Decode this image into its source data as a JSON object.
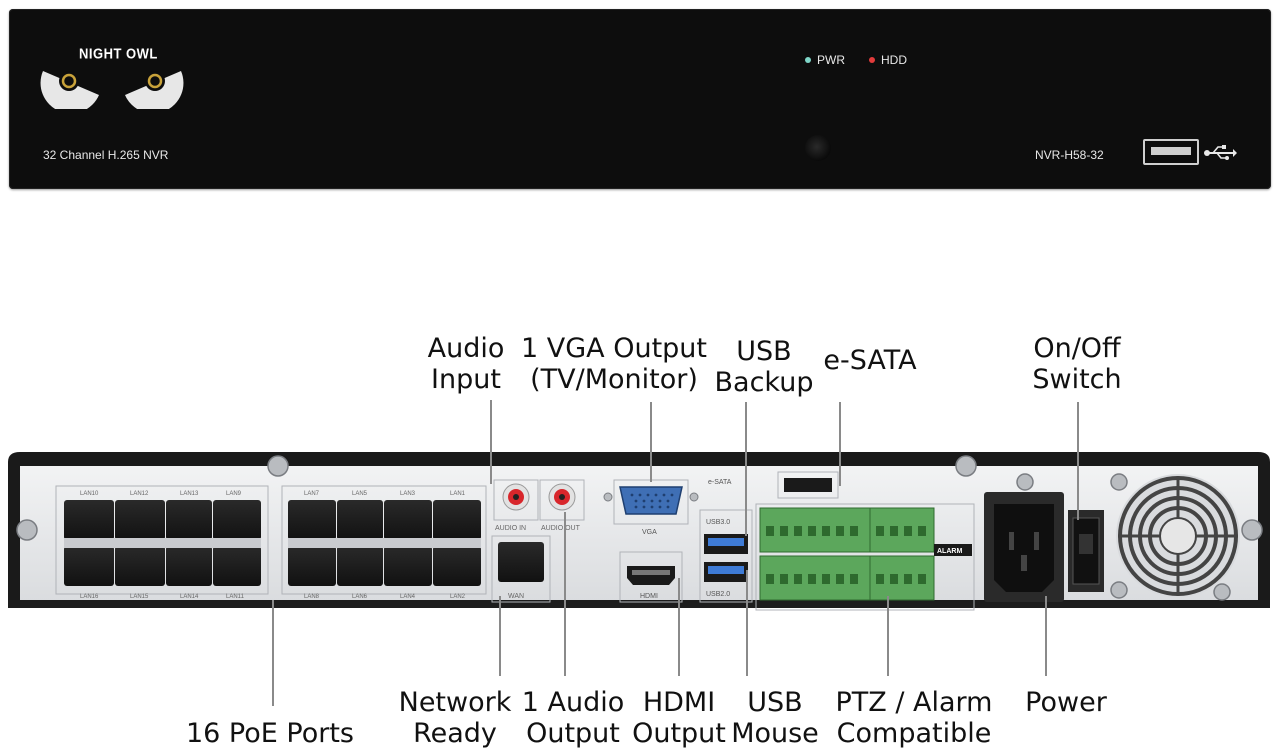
{
  "front_panel": {
    "brand": "NIGHT OWL",
    "description": "32 Channel H.265 NVR",
    "model": "NVR-H58-32",
    "indicators": [
      {
        "label": "PWR",
        "color": "#7fd6c8"
      },
      {
        "label": "HDD",
        "color": "#e23b3b"
      }
    ],
    "usb_symbol": "usb-icon"
  },
  "back_panel": {
    "port_silk": {
      "lan_top": [
        "LAN10",
        "LAN12",
        "LAN13",
        "LAN9",
        "LAN7",
        "LAN5",
        "LAN3",
        "LAN1"
      ],
      "lan_bottom": [
        "LAN16",
        "LAN15",
        "LAN14",
        "LAN11",
        "LAN8",
        "LAN6",
        "LAN4",
        "LAN2"
      ],
      "audio_in": "AUDIO IN",
      "audio_out": "AUDIO OUT",
      "vga": "VGA",
      "hdmi": "HDMI",
      "wan": "WAN",
      "esata": "e-SATA",
      "usb30": "USB3.0",
      "usb20": "USB2.0",
      "alarm": "ALARM"
    }
  },
  "callouts_top": {
    "audio_input": [
      "Audio",
      "Input"
    ],
    "vga_output": [
      "1 VGA Output",
      "(TV/Monitor)"
    ],
    "usb_backup": [
      "USB",
      "Backup"
    ],
    "esata": [
      "e-SATA"
    ],
    "onoff_switch": [
      "On/Off",
      "Switch"
    ]
  },
  "callouts_bottom": {
    "poe_ports": [
      "16 PoE Ports"
    ],
    "network_ready": [
      "Network",
      "Ready"
    ],
    "audio_output": [
      "1 Audio",
      "Output"
    ],
    "hdmi_output": [
      "HDMI",
      "Output"
    ],
    "usb_mouse": [
      "USB",
      "Mouse"
    ],
    "ptz_alarm": [
      "PTZ / Alarm",
      "Compatible"
    ],
    "power": [
      "Power"
    ]
  }
}
